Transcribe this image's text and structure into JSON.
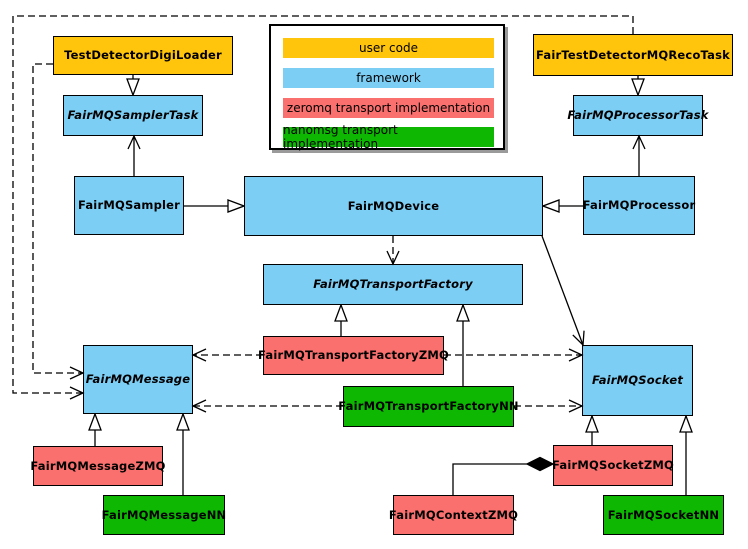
{
  "legend": {
    "items": [
      {
        "label": "user code",
        "color": "#FFC40C"
      },
      {
        "label": "framework",
        "color": "#7DCEF4"
      },
      {
        "label": "zeromq transport implementation",
        "color": "#F9706E"
      },
      {
        "label": "nanomsg transport implementation",
        "color": "#0DB702"
      }
    ]
  },
  "nodes": {
    "test_detector_digi_loader": {
      "label": "TestDetectorDigiLoader",
      "category": "user code",
      "abstract": false
    },
    "fair_test_detector_mq_reco_task": {
      "label": "FairTestDetectorMQRecoTask",
      "category": "user code",
      "abstract": false
    },
    "fairmq_sampler_task": {
      "label": "FairMQSamplerTask",
      "category": "framework",
      "abstract": true
    },
    "fairmq_processor_task": {
      "label": "FairMQProcessorTask",
      "category": "framework",
      "abstract": true
    },
    "fairmq_sampler": {
      "label": "FairMQSampler",
      "category": "framework",
      "abstract": false
    },
    "fairmq_processor": {
      "label": "FairMQProcessor",
      "category": "framework",
      "abstract": false
    },
    "fairmq_device": {
      "label": "FairMQDevice",
      "category": "framework",
      "abstract": false
    },
    "fairmq_transport_factory": {
      "label": "FairMQTransportFactory",
      "category": "framework",
      "abstract": true
    },
    "fairmq_transport_factory_zmq": {
      "label": "FairMQTransportFactoryZMQ",
      "category": "zeromq",
      "abstract": false
    },
    "fairmq_transport_factory_nn": {
      "label": "FairMQTransportFactoryNN",
      "category": "nanomsg",
      "abstract": false
    },
    "fairmq_message": {
      "label": "FairMQMessage",
      "category": "framework",
      "abstract": true
    },
    "fairmq_socket": {
      "label": "FairMQSocket",
      "category": "framework",
      "abstract": true
    },
    "fairmq_message_zmq": {
      "label": "FairMQMessageZMQ",
      "category": "zeromq",
      "abstract": false
    },
    "fairmq_message_nn": {
      "label": "FairMQMessageNN",
      "category": "nanomsg",
      "abstract": false
    },
    "fairmq_socket_zmq": {
      "label": "FairMQSocketZMQ",
      "category": "zeromq",
      "abstract": false
    },
    "fairmq_socket_nn": {
      "label": "FairMQSocketNN",
      "category": "nanomsg",
      "abstract": false
    },
    "fairmq_context_zmq": {
      "label": "FairMQContextZMQ",
      "category": "zeromq",
      "abstract": false
    }
  },
  "edges": [
    {
      "from": "TestDetectorDigiLoader",
      "to": "FairMQSamplerTask",
      "relation": "generalization"
    },
    {
      "from": "FairTestDetectorMQRecoTask",
      "to": "FairMQProcessorTask",
      "relation": "generalization"
    },
    {
      "from": "FairMQSampler",
      "to": "FairMQSamplerTask",
      "relation": "association"
    },
    {
      "from": "FairMQProcessor",
      "to": "FairMQProcessorTask",
      "relation": "association"
    },
    {
      "from": "FairMQSampler",
      "to": "FairMQDevice",
      "relation": "generalization"
    },
    {
      "from": "FairMQProcessor",
      "to": "FairMQDevice",
      "relation": "generalization"
    },
    {
      "from": "FairMQDevice",
      "to": "FairMQTransportFactory",
      "relation": "dependency"
    },
    {
      "from": "FairMQDevice",
      "to": "FairMQSocket",
      "relation": "association"
    },
    {
      "from": "FairMQTransportFactoryZMQ",
      "to": "FairMQTransportFactory",
      "relation": "generalization"
    },
    {
      "from": "FairMQTransportFactoryNN",
      "to": "FairMQTransportFactory",
      "relation": "generalization"
    },
    {
      "from": "FairMQTransportFactoryZMQ",
      "to": "FairMQMessage",
      "relation": "dependency"
    },
    {
      "from": "FairMQTransportFactoryZMQ",
      "to": "FairMQSocket",
      "relation": "dependency"
    },
    {
      "from": "FairMQTransportFactoryNN",
      "to": "FairMQMessage",
      "relation": "dependency"
    },
    {
      "from": "FairMQTransportFactoryNN",
      "to": "FairMQSocket",
      "relation": "dependency"
    },
    {
      "from": "FairTestDetectorMQRecoTask",
      "to": "FairMQMessage",
      "relation": "dependency"
    },
    {
      "from": "TestDetectorDigiLoader",
      "to": "FairMQMessage",
      "relation": "dependency"
    },
    {
      "from": "FairMQMessageZMQ",
      "to": "FairMQMessage",
      "relation": "generalization"
    },
    {
      "from": "FairMQMessageNN",
      "to": "FairMQMessage",
      "relation": "generalization"
    },
    {
      "from": "FairMQSocketZMQ",
      "to": "FairMQSocket",
      "relation": "generalization"
    },
    {
      "from": "FairMQSocketNN",
      "to": "FairMQSocket",
      "relation": "generalization"
    },
    {
      "from": "FairMQContextZMQ",
      "to": "FairMQSocketZMQ",
      "relation": "composition"
    }
  ],
  "colors": {
    "user-code": "#FFC40C",
    "framework": "#7DCEF4",
    "zeromq": "#F9706E",
    "nanomsg": "#0DB702",
    "line": "#000000"
  }
}
